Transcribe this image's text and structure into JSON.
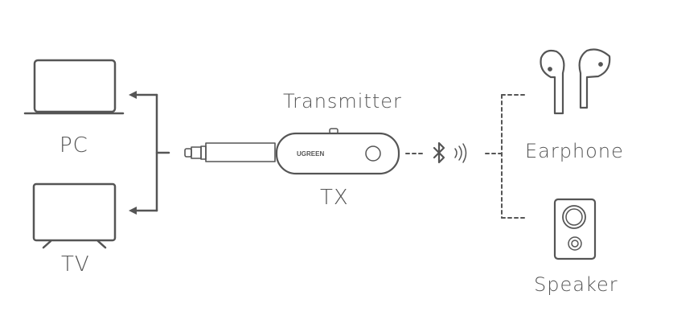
{
  "labels": {
    "pc": "PC",
    "tv": "TV",
    "transmitter": "Transmitter",
    "tx": "TX",
    "brand": "UGREEN",
    "earphone": "Earphone",
    "speaker": "Speaker"
  },
  "colors": {
    "stroke": "#555555",
    "text": "#555555",
    "background": "#ffffff"
  },
  "icons": [
    "laptop-icon",
    "tv-icon",
    "audio-jack-icon",
    "transmitter-icon",
    "bluetooth-icon",
    "signal-waves-icon",
    "earphones-icon",
    "speaker-icon"
  ]
}
